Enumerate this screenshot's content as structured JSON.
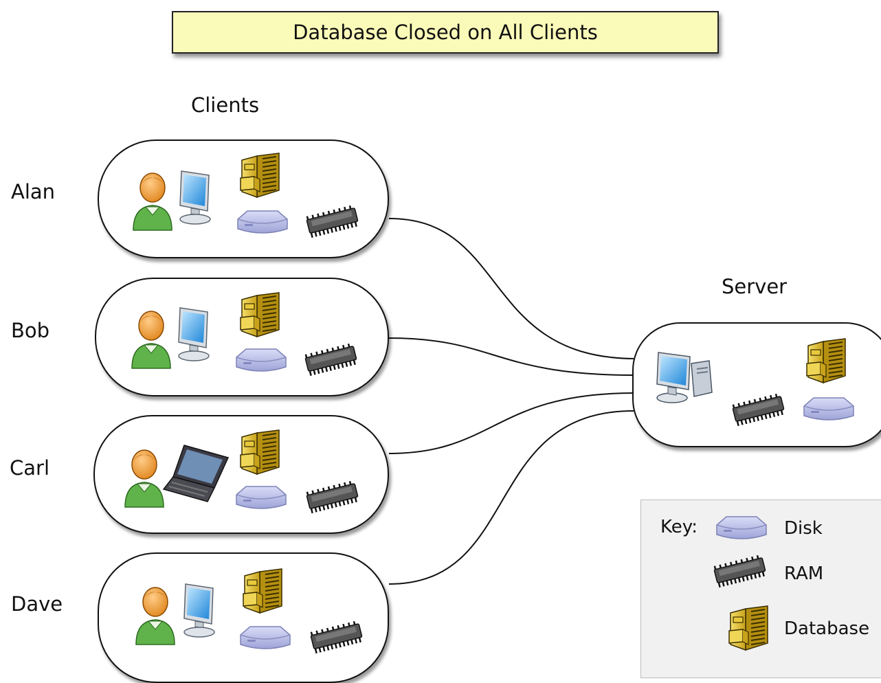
{
  "title": "Database Closed on All Clients",
  "clients_heading": "Clients",
  "server_heading": "Server",
  "clients": [
    {
      "name": "Alan",
      "device": "desktop"
    },
    {
      "name": "Bob",
      "device": "desktop"
    },
    {
      "name": "Carl",
      "device": "laptop"
    },
    {
      "name": "Dave",
      "device": "desktop"
    }
  ],
  "key": {
    "label": "Key:",
    "items": [
      {
        "label": "Disk",
        "icon": "disk-icon"
      },
      {
        "label": "RAM",
        "icon": "ram-icon"
      },
      {
        "label": "Database",
        "icon": "database-icon"
      }
    ]
  },
  "colors": {
    "title_fill": "#fbfbb9",
    "database": "#e2c22a",
    "disk": "#b8bde8",
    "ram": "#4a4a4a",
    "person_head": "#f2a24a",
    "person_body": "#5fb34a",
    "screen": "#3b9fe6"
  }
}
